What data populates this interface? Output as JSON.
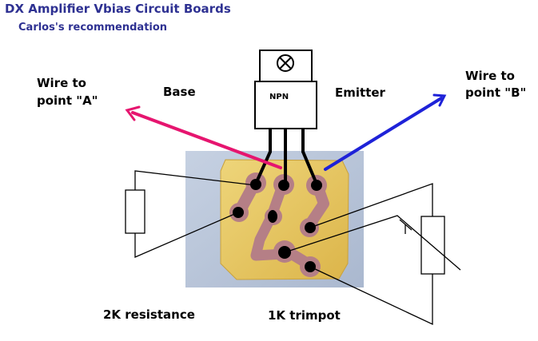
{
  "header": {
    "title": "DX Amplifier Vbias Circuit Boards",
    "subtitle": "Carlos's recommendation"
  },
  "labels": {
    "wire_a_line1": "Wire to",
    "wire_a_line2": "point \"A\"",
    "wire_b_line1": "Wire to",
    "wire_b_line2": "point \"B\"",
    "base": "Base",
    "emitter": "Emitter",
    "transistor_type": "NPN",
    "resistor": "2K resistance",
    "trimpot": "1K trimpot"
  },
  "colors": {
    "title": "#2e3192",
    "wire_a": "#e6156f",
    "wire_b": "#1e22d8",
    "pcb_background": "#bcc8da",
    "board": "#e9c75a",
    "copper_trace": "#b57f86"
  }
}
